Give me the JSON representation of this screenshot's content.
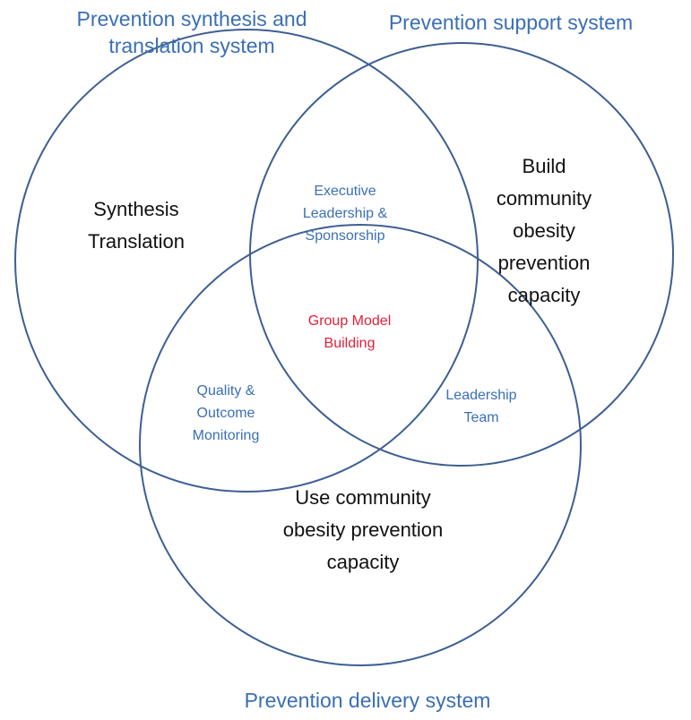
{
  "diagram": {
    "type": "venn",
    "colors": {
      "circle_stroke": "#3d5f93",
      "system_title": "#3a6fb5",
      "overlap_label": "#3a6fb5",
      "center_label": "#e0203a",
      "main_label": "#111111"
    },
    "systems": {
      "synthesis_translation": [
        "Prevention synthesis and",
        "translation system"
      ],
      "support": [
        "Prevention support system"
      ],
      "delivery": [
        "Prevention delivery system"
      ]
    },
    "regions": {
      "synthesis_only": [
        "Synthesis",
        "Translation"
      ],
      "support_only": [
        "Build",
        "community",
        "obesity",
        "prevention",
        "capacity"
      ],
      "delivery_only": [
        "Use community",
        "obesity prevention",
        "capacity"
      ],
      "synthesis_support": [
        "Executive",
        "Leadership &",
        "Sponsorship"
      ],
      "synthesis_delivery": [
        "Quality &",
        "Outcome",
        "Monitoring"
      ],
      "support_delivery": [
        "Leadership",
        "Team"
      ],
      "center": [
        "Group Model",
        "Building"
      ]
    }
  }
}
